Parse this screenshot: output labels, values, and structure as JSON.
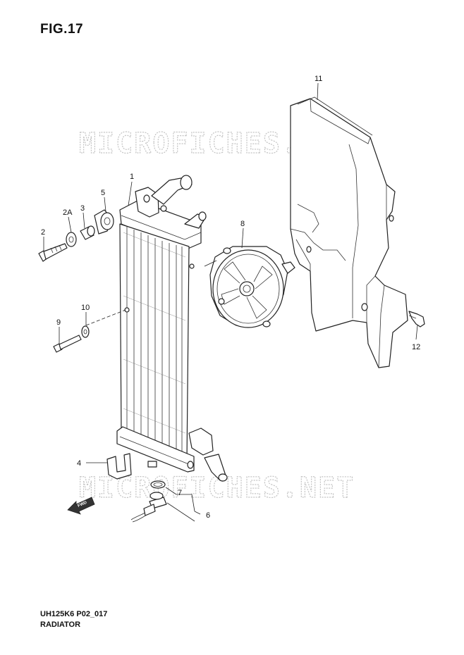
{
  "figure": {
    "title": "FIG.17"
  },
  "watermark": {
    "text": "MICROFICHES.NET"
  },
  "footer": {
    "model_code": "UH125K6 P02_017",
    "group_name": "RADIATOR"
  },
  "callouts": {
    "p1": "1",
    "p2": "2",
    "p2a": "2A",
    "p3": "3",
    "p4": "4",
    "p5": "5",
    "p6": "6",
    "p7": "7",
    "p8": "8",
    "p9": "9",
    "p10": "10",
    "p11": "11",
    "p12": "12"
  },
  "direction_badge": {
    "text": "FWD"
  },
  "icons": [
    "radiator",
    "cooling-fan",
    "radiator-cover",
    "bolt",
    "washer",
    "collar",
    "grommet",
    "clamp",
    "fan-switch",
    "o-ring",
    "clip",
    "fwd-arrow-icon"
  ]
}
